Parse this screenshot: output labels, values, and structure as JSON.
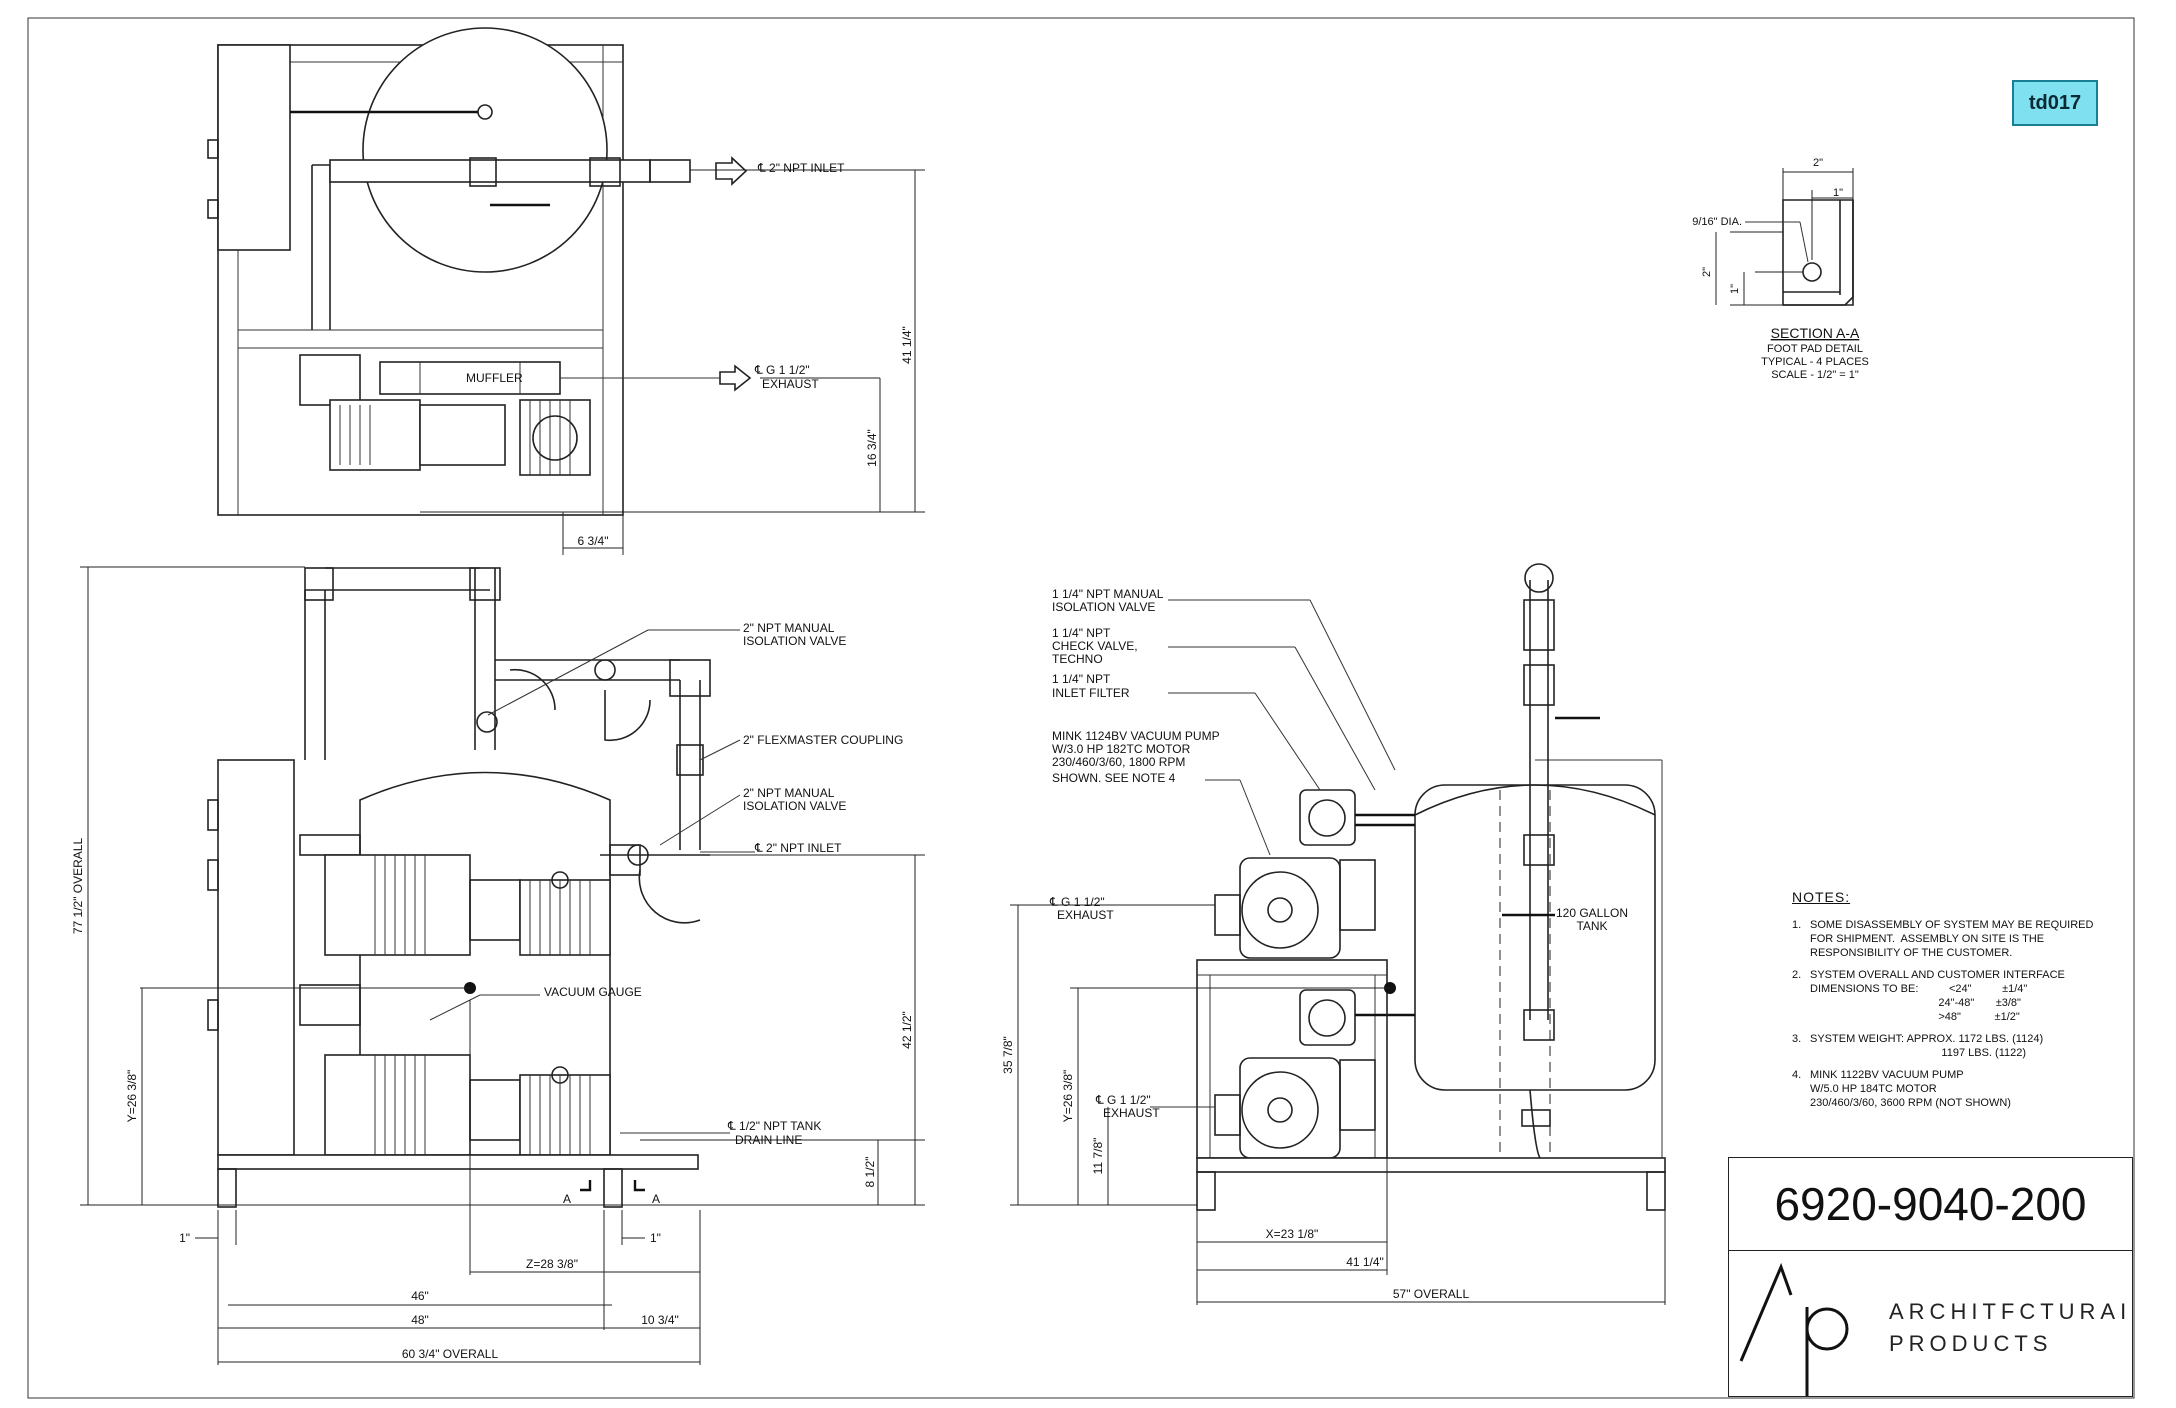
{
  "tag": "td017",
  "drawing_number": "6920-9040-200",
  "company": {
    "line1": "ARCHITFCTURAI",
    "line2": "PRODUCTS",
    "logo_letters": "Ap"
  },
  "section": {
    "title": "SECTION A-A",
    "line1": "FOOT PAD DETAIL",
    "line2": "TYPICAL - 4 PLACES",
    "line3": "SCALE - 1/2\" = 1\"",
    "dim_width": "2\"",
    "dim_half_width": "1\"",
    "hole": "9/16\" DIA.",
    "dim_height": "2\"",
    "dim_half_height": "1\""
  },
  "top_view": {
    "inlet": "℄ 2\" NPT INLET",
    "exhaust1": "℄ G 1 1/2\"",
    "exhaust2": "EXHAUST",
    "muffler": "MUFFLER",
    "dim_41": "41 1/4\"",
    "dim_16": "16 3/4\"",
    "dim_6": "6 3/4\""
  },
  "front_view": {
    "valve1_a": "2\" NPT MANUAL",
    "valve1_b": "ISOLATION VALVE",
    "coupling": "2\" FLEXMASTER COUPLING",
    "valve2_a": "2\" NPT MANUAL",
    "valve2_b": "ISOLATION VALVE",
    "inlet": "℄ 2\" NPT INLET",
    "gauge": "VACUUM GAUGE",
    "drain_a": "℄ 1/2\" NPT TANK",
    "drain_b": "DRAIN LINE",
    "overall_h": "77 1/2\" OVERALL",
    "dim_y": "Y=26 3/8\"",
    "dim_42": "42 1/2\"",
    "dim_8": "8 1/2\"",
    "dim_1a": "1\"",
    "dim_1b": "1\"",
    "dim_z": "Z=28 3/8\"",
    "dim_46": "46\"",
    "dim_48": "48\"",
    "dim_10": "10 3/4\"",
    "overall_w": "60 3/4\" OVERALL",
    "sec_a1": "A",
    "sec_a2": "A"
  },
  "side_view": {
    "iso_a": "1 1/4\" NPT MANUAL",
    "iso_b": "ISOLATION VALVE",
    "check_a": "1 1/4\" NPT",
    "check_b": "CHECK VALVE,",
    "check_c": "TECHNO",
    "filter_a": "1 1/4\" NPT",
    "filter_b": "INLET FILTER",
    "pump_a": "MINK 1124BV VACUUM PUMP",
    "pump_b": "W/3.0 HP 182TC MOTOR",
    "pump_c": "230/460/3/60, 1800 RPM",
    "pump_d": "SHOWN. SEE NOTE 4",
    "ex1_a": "℄ G 1 1/2\"",
    "ex1_b": "EXHAUST",
    "ex2_a": "℄ G 1 1/2\"",
    "ex2_b": "EXHAUST",
    "tank_a": "120 GALLON",
    "tank_b": "TANK",
    "dim_35": "35 7/8\"",
    "dim_y": "Y=26 3/8\"",
    "dim_11": "11 7/8\"",
    "dim_x": "X=23 1/8\"",
    "dim_41": "41 1/4\"",
    "overall_w": "57\" OVERALL"
  },
  "notes": {
    "title": "NOTES:",
    "items": [
      {
        "num": "1.",
        "text": "SOME DISASSEMBLY OF SYSTEM MAY BE REQUIRED\nFOR SHIPMENT.  ASSEMBLY ON SITE IS THE\nRESPONSIBILITY OF THE CUSTOMER."
      },
      {
        "num": "2.",
        "text": "SYSTEM OVERALL AND CUSTOMER INTERFACE\nDIMENSIONS TO BE:          <24\"          ±1/4\"\n                                          24\"-48\"       ±3/8\"\n                                          >48\"           ±1/2\""
      },
      {
        "num": "3.",
        "text": "SYSTEM WEIGHT: APPROX. 1172 LBS. (1124)\n                                           1197 LBS. (1122)"
      },
      {
        "num": "4.",
        "text": "MINK 1122BV VACUUM PUMP\nW/5.0 HP 184TC MOTOR\n230/460/3/60, 3600 RPM (NOT SHOWN)"
      }
    ]
  }
}
